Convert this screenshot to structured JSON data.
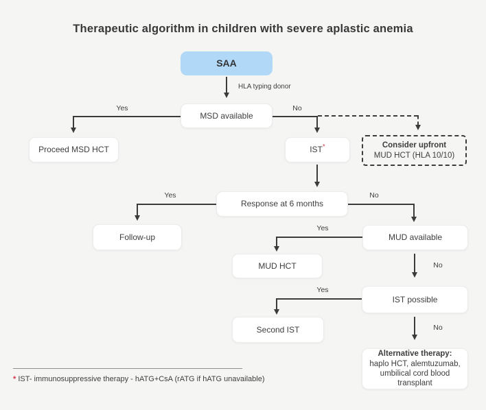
{
  "title": "Therapeutic algorithm in children with severe aplastic anemia",
  "colors": {
    "background": "#f5f5f3",
    "node_fill": "#ffffff",
    "saa_fill": "#b2d8f7",
    "line": "#3b3b3b",
    "text": "#3d3d3d",
    "asterisk_red": "#d9475a"
  },
  "nodes": {
    "saa": {
      "label": "SAA"
    },
    "msd_available": {
      "label": "MSD available"
    },
    "proceed_msd_hct": {
      "label": "Proceed MSD HCT"
    },
    "ist": {
      "label": "IST",
      "asterisk": "*"
    },
    "consider_upfront": {
      "line1": "Consider upfront",
      "line2": "MUD HCT (HLA 10/10)"
    },
    "response_6_months": {
      "label": "Response at 6 months"
    },
    "follow_up": {
      "label": "Follow-up"
    },
    "mud_available": {
      "label": "MUD available"
    },
    "mud_hct": {
      "label": "MUD HCT"
    },
    "ist_possible": {
      "label": "IST possible"
    },
    "second_ist": {
      "label": "Second IST"
    },
    "alternative": {
      "line1": "Alternative therapy:",
      "line2": "haplo HCT, alemtuzumab, umbilical cord blood transplant"
    }
  },
  "edges": {
    "hla_typing": "HLA typing donor",
    "msd_yes": "Yes",
    "msd_no": "No",
    "response_yes": "Yes",
    "response_no": "No",
    "mud_yes": "Yes",
    "mud_no": "No",
    "ist_possible_yes": "Yes",
    "ist_possible_no": "No"
  },
  "footnote": {
    "asterisk": "*",
    "text": " IST- immunosuppressive therapy - hATG+CsA (rATG if hATG unavailable)"
  }
}
